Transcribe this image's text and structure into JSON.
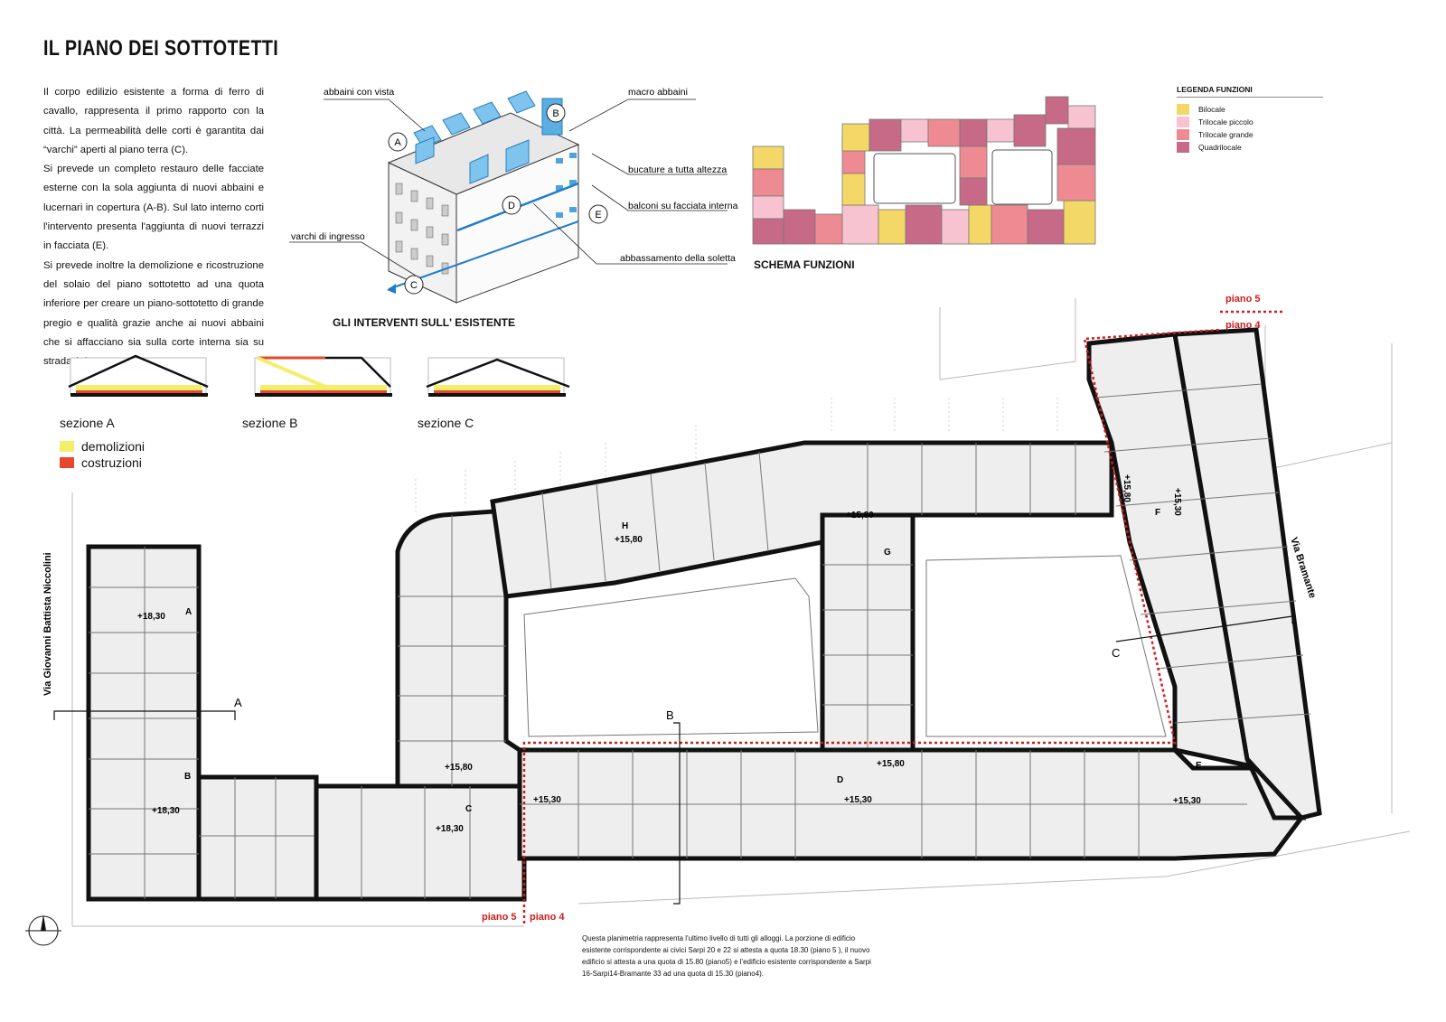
{
  "title": "IL PIANO DEI SOTTOTETTI",
  "intro": {
    "p1": "Il corpo edilizio esistente a forma di ferro di cavallo, rappresenta il primo rapporto con la città. La permeabilità delle corti è garantita dai “varchi” aperti al piano terra (C).",
    "p2": "Si prevede un completo restauro delle facciate esterne con la sola aggiunta di nuovi abbaini e lucernari in copertura (A-B). Sul lato interno corti l'intervento presenta l'aggiunta di nuovi terrazzi in facciata (E).",
    "p3": "Si prevede inoltre la demolizione e ricostruzione del solaio del piano sottotetto ad una quota inferiore per creare un piano-sottotetto di grande pregio e qualità grazie anche ai nuovi abbaini che si affacciano sia sulla corte interna sia su strada (D)."
  },
  "interventions": {
    "caption": "GLI INTERVENTI SULL' ESISTENTE",
    "labels": {
      "abbaini_vista": "abbaini con vista",
      "macro_abbaini": "macro abbaini",
      "bucature": "bucature a tutta altezza",
      "balconi": "balconi su facciata interna",
      "varchi": "varchi di ingresso",
      "abbassamento": "abbassamento della soletta"
    },
    "markers": [
      "A",
      "B",
      "C",
      "D",
      "E"
    ]
  },
  "functions": {
    "caption": "SCHEMA FUNZIONI",
    "legend_title": "LEGENDA FUNZIONI",
    "items": [
      {
        "label": "Bilocale",
        "color": "#f4d867"
      },
      {
        "label": "Trilocale piccolo",
        "color": "#f8c3d0"
      },
      {
        "label": "Trilocale grande",
        "color": "#ee8a92"
      },
      {
        "label": "Quadrilocale",
        "color": "#c66a87"
      }
    ]
  },
  "sections": {
    "a": "sezione A",
    "b": "sezione B",
    "c": "sezione C",
    "legend": [
      {
        "label": "demolizioni",
        "color": "#f5ee6b"
      },
      {
        "label": "costruzioni",
        "color": "#e5482d"
      }
    ]
  },
  "plan": {
    "street_left": "Via Giovanni Battista Niccolini",
    "street_right": "Via Bramante",
    "piano5": "piano 5",
    "piano4": "piano 4",
    "piano5_bottom": "piano 5",
    "piano4_bottom": "piano 4",
    "blocks": [
      "A",
      "B",
      "C",
      "D",
      "E",
      "F",
      "G",
      "H"
    ],
    "levels": [
      "+18,30",
      "+18,30",
      "+18,30",
      "+15,80",
      "+15,30",
      "+15,30",
      "+15,80",
      "+15,30",
      "+15,80",
      "+15,80",
      "+15,30",
      "+15,80"
    ],
    "section_marks": [
      "A",
      "B",
      "C"
    ],
    "note": "Questa planimetria rappresenta l'ultimo livello di tutti gli alloggi. La porzione di edificio esistente corrispondente ai civici Sarpi 20 e 22 si attesta a quota 18.30 (piano 5 ), il nuovo edificio si attesta a una quota di 15.80 (piano5) e l'edificio esistente corrispondente a Sarpi 16-Sarpi14-Bramante 33 ad una quota di 15.30 (piano4)."
  }
}
